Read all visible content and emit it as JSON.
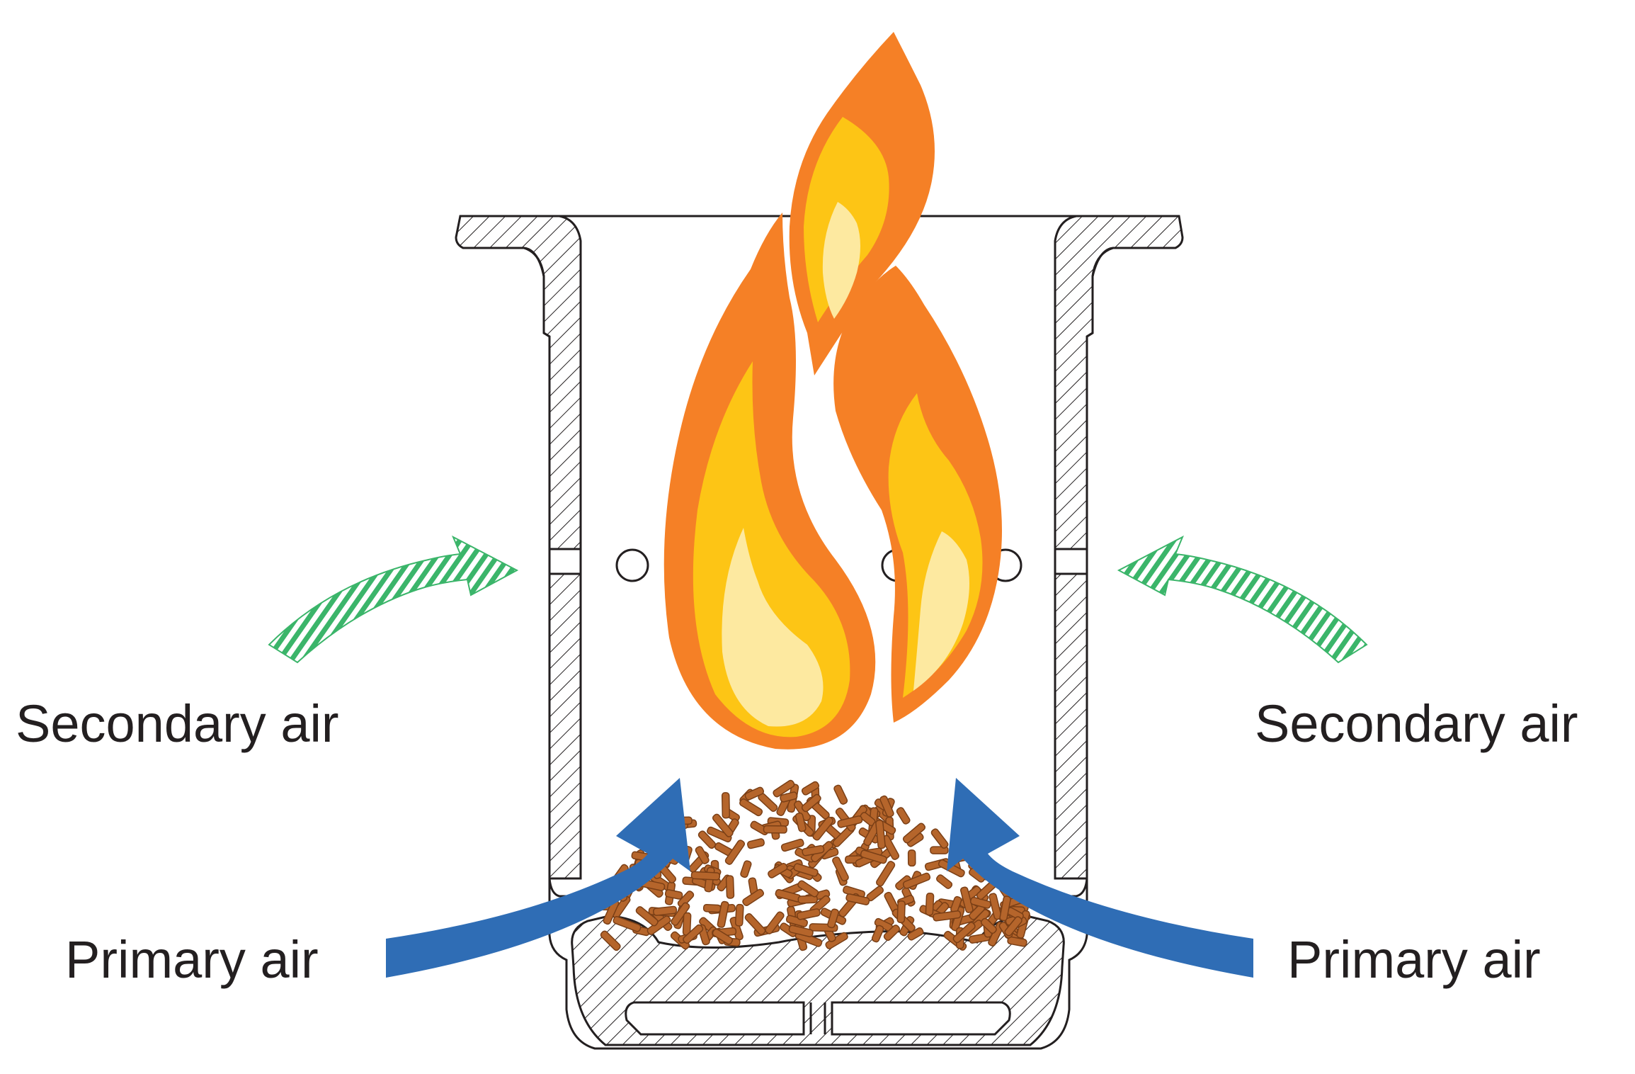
{
  "labels": {
    "secondary_left": "Secondary air",
    "secondary_right": "Secondary air",
    "primary_left": "Primary air",
    "primary_right": "Primary air"
  },
  "colors": {
    "outline": "#231f20",
    "flame_outer": "#f58026",
    "flame_mid": "#fdc515",
    "flame_inner": "#fde9a0",
    "primary_air": "#2f6db5",
    "secondary_air": "#3bb56a",
    "pellets": "#b5652b",
    "pellet_edge": "#7a3f16"
  },
  "icons": {
    "flame": "flame-icon",
    "primary_arrow": "blue-solid-arrow",
    "secondary_arrow": "green-striped-arrow",
    "pellets": "wood-pellets"
  }
}
